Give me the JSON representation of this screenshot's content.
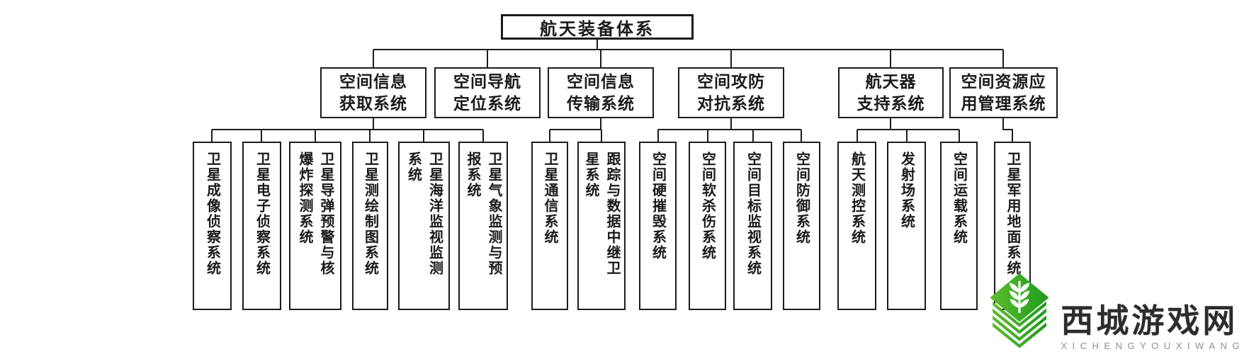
{
  "tree": {
    "root": "航天装备体系",
    "branches": [
      {
        "label": "空间信息\n获取系统",
        "children": [
          "卫星成像侦察系统",
          "卫星电子侦察系统",
          "卫星导弹预警与核\n爆炸探测系统",
          "卫星测绘制图系统",
          "卫星海洋监视监测\n系统",
          "卫星气象监测与预\n报系统"
        ]
      },
      {
        "label": "空间导航\n定位系统",
        "children": []
      },
      {
        "label": "空间信息\n传输系统",
        "children": [
          "卫星通信系统",
          "跟踪与数据中继卫\n星系统"
        ]
      },
      {
        "label": "空间攻防\n对抗系统",
        "children": [
          "空间硬摧毁系统",
          "空间软杀伤系统",
          "空间目标监视系统",
          "空间防御系统"
        ]
      },
      {
        "label": "航天器\n支持系统",
        "children": [
          "航天测控系统",
          "发射场系统",
          "空间运载系统"
        ]
      },
      {
        "label": "空间资源应\n用管理系统",
        "children": [
          "卫星军用地面系统"
        ]
      }
    ]
  },
  "watermark": {
    "name": "西城游戏网",
    "latin": "XICHENGYOUXIWANG",
    "logo": "wheat-diamond-logo",
    "colors": {
      "logo_green_light": "#5dbd2d",
      "logo_green_dark": "#1f9a1f",
      "name_text": "#2d2d2d",
      "latin_text": "#8f8f8f",
      "line_color": "#1c1c1c"
    }
  }
}
